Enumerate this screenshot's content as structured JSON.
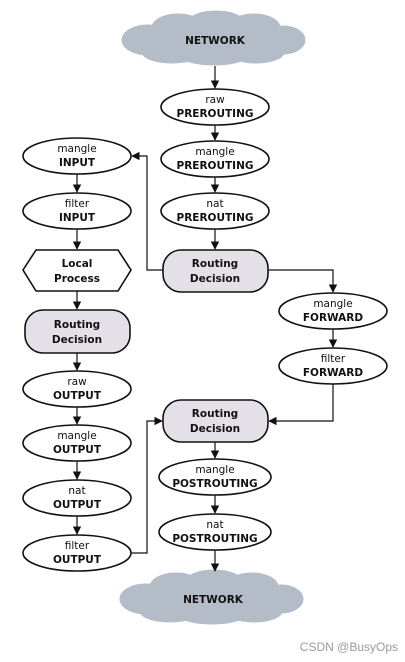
{
  "clouds": {
    "top": "NETWORK",
    "bottom": "NETWORK"
  },
  "chains": {
    "raw_prerouting": [
      "raw",
      "PREROUTING"
    ],
    "mangle_prerouting": [
      "mangle",
      "PREROUTING"
    ],
    "nat_prerouting": [
      "nat",
      "PREROUTING"
    ],
    "routing_decision_1": [
      "Routing",
      "Decision"
    ],
    "mangle_input": [
      "mangle",
      "INPUT"
    ],
    "filter_input": [
      "filter",
      "INPUT"
    ],
    "local_process": [
      "Local",
      "Process"
    ],
    "routing_decision_2": [
      "Routing",
      "Decision"
    ],
    "raw_output": [
      "raw",
      "OUTPUT"
    ],
    "mangle_output": [
      "mangle",
      "OUTPUT"
    ],
    "nat_output": [
      "nat",
      "OUTPUT"
    ],
    "filter_output": [
      "filter",
      "OUTPUT"
    ],
    "mangle_forward": [
      "mangle",
      "FORWARD"
    ],
    "filter_forward": [
      "filter",
      "FORWARD"
    ],
    "routing_decision_3": [
      "Routing",
      "Decision"
    ],
    "mangle_postrouting": [
      "mangle",
      "POSTROUTING"
    ],
    "nat_postrouting": [
      "nat",
      "POSTROUTING"
    ]
  },
  "watermark": "CSDN @BusyOps"
}
